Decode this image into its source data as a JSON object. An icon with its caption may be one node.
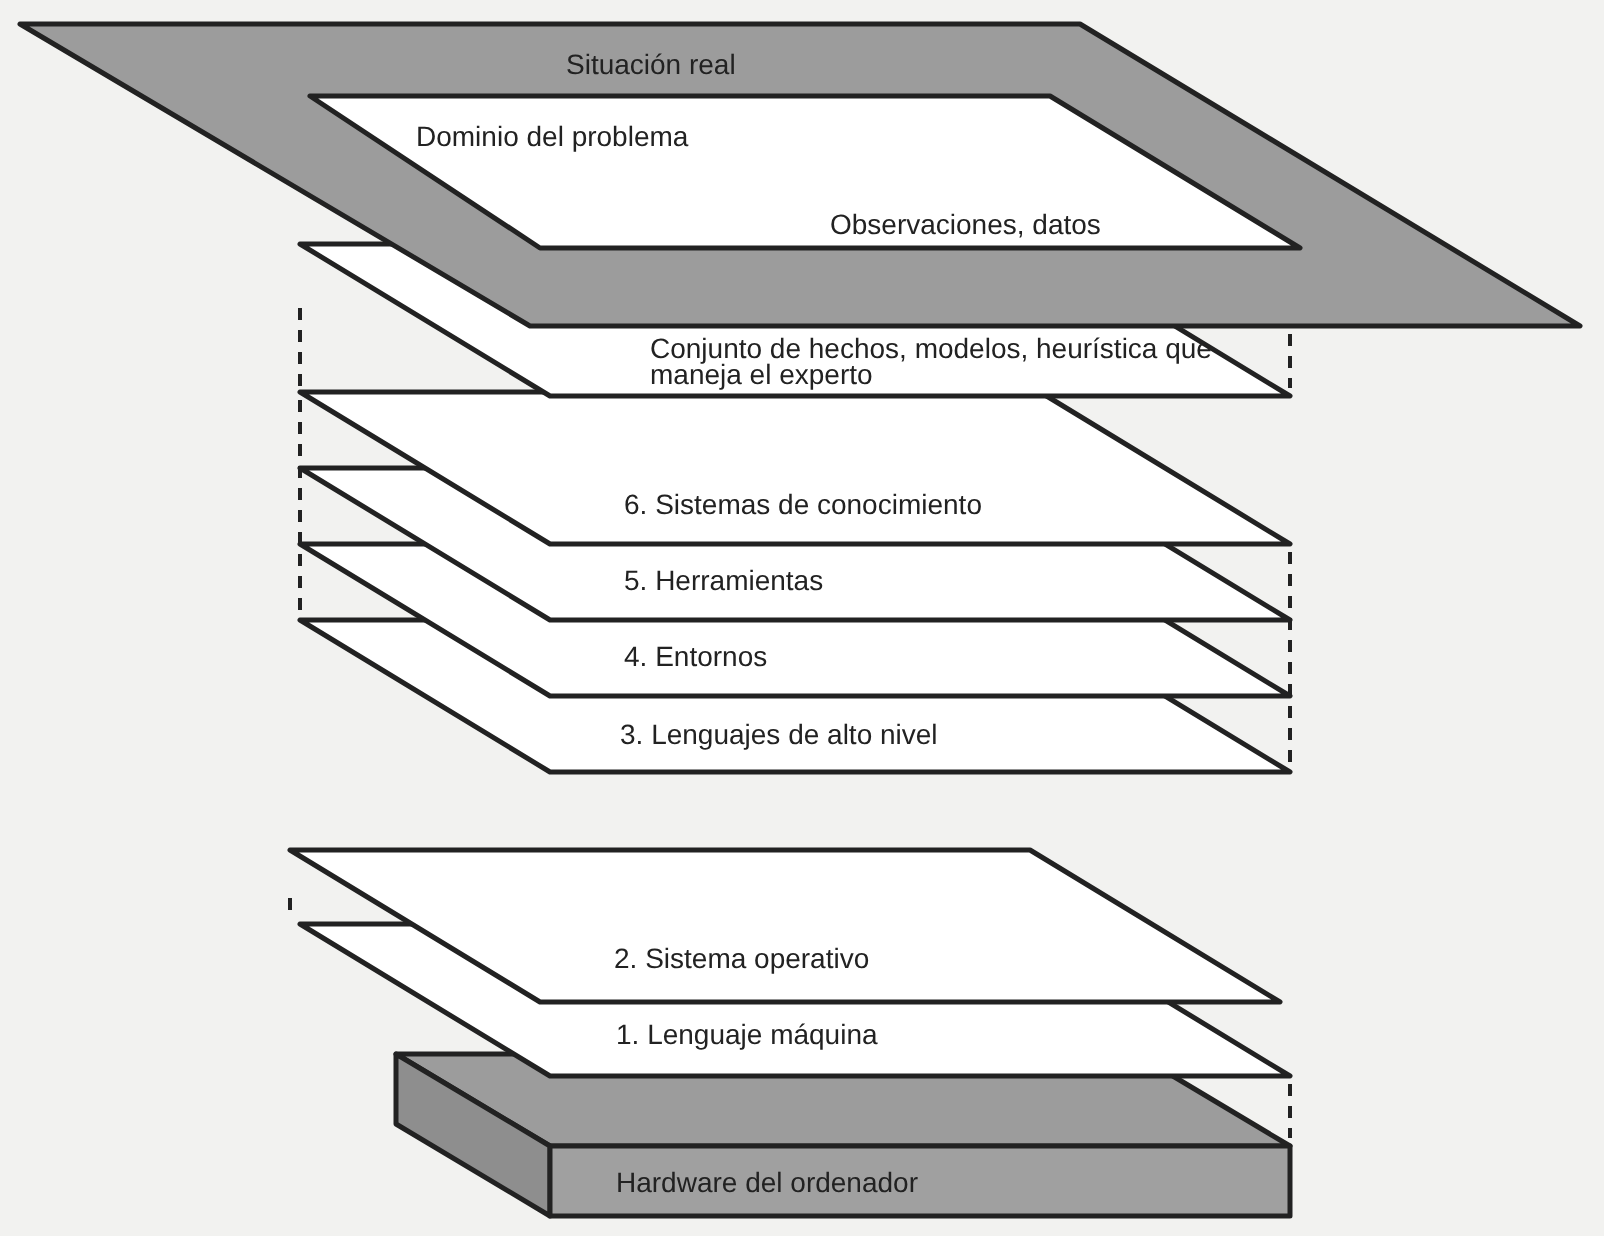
{
  "diagram": {
    "nodes": [
      {
        "text": [
          "Situación real"
        ]
      },
      {
        "text": [
          "Dominio del problema",
          "Observaciones, datos"
        ],
        "in": 0
      },
      {
        "text": [
          "Conjunto de hechos, modelos, heurística que maneja el experto"
        ]
      },
      {
        "text": [
          "6. Sistemas de conocimiento"
        ]
      },
      {
        "text": [
          "5. Herramientas"
        ]
      },
      {
        "text": [
          "4. Entornos"
        ]
      },
      {
        "text": [
          "3. Lenguajes de alto nivel"
        ]
      },
      {
        "text": [
          "2. Sistema operativo"
        ]
      },
      {
        "text": [
          "1. Lenguaje máquina"
        ]
      },
      {
        "text": [
          "Hardware del ordenador"
        ]
      }
    ]
  }
}
